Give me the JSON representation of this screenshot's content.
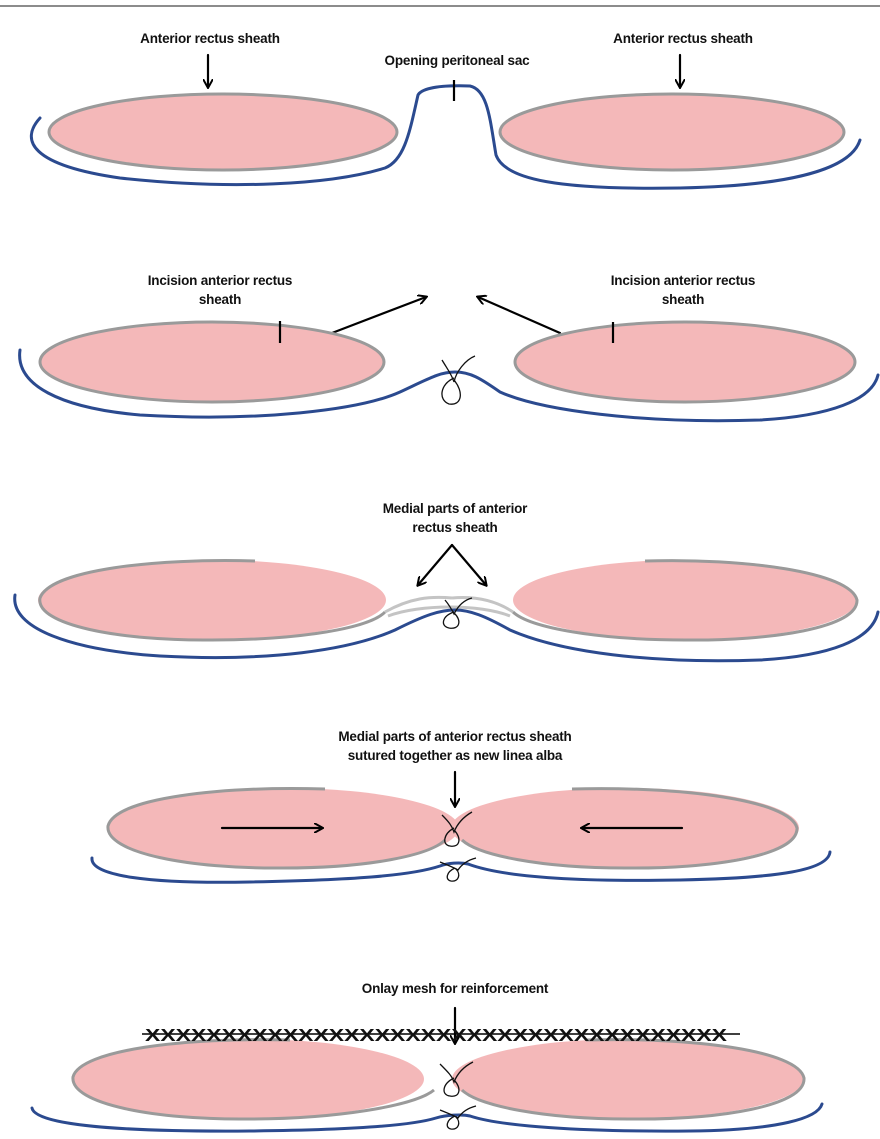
{
  "panel1": {
    "label_left": "Anterior rectus sheath",
    "label_right": "Anterior rectus sheath",
    "label_center": "Opening peritoneal sac"
  },
  "panel2": {
    "label_left_line1": "Incision anterior rectus",
    "label_left_line2": "sheath",
    "label_right_line1": "Incision anterior rectus",
    "label_right_line2": "sheath"
  },
  "panel3": {
    "label_line1": "Medial parts of anterior",
    "label_line2": "rectus sheath"
  },
  "panel4": {
    "label_line1": "Medial parts of anterior rectus sheath",
    "label_line2": "sutured together as new linea alba"
  },
  "panel5": {
    "label": "Onlay mesh for reinforcement",
    "mesh_text": "XXXXXXXXXXXXXXXXXXXXXXXXXXXXXXXXXXXXXX"
  },
  "colors": {
    "muscle": "#f4b8b9",
    "sheath": "#9a9a9a",
    "peritoneum": "#2b4a8f",
    "arrow": "#000000"
  }
}
